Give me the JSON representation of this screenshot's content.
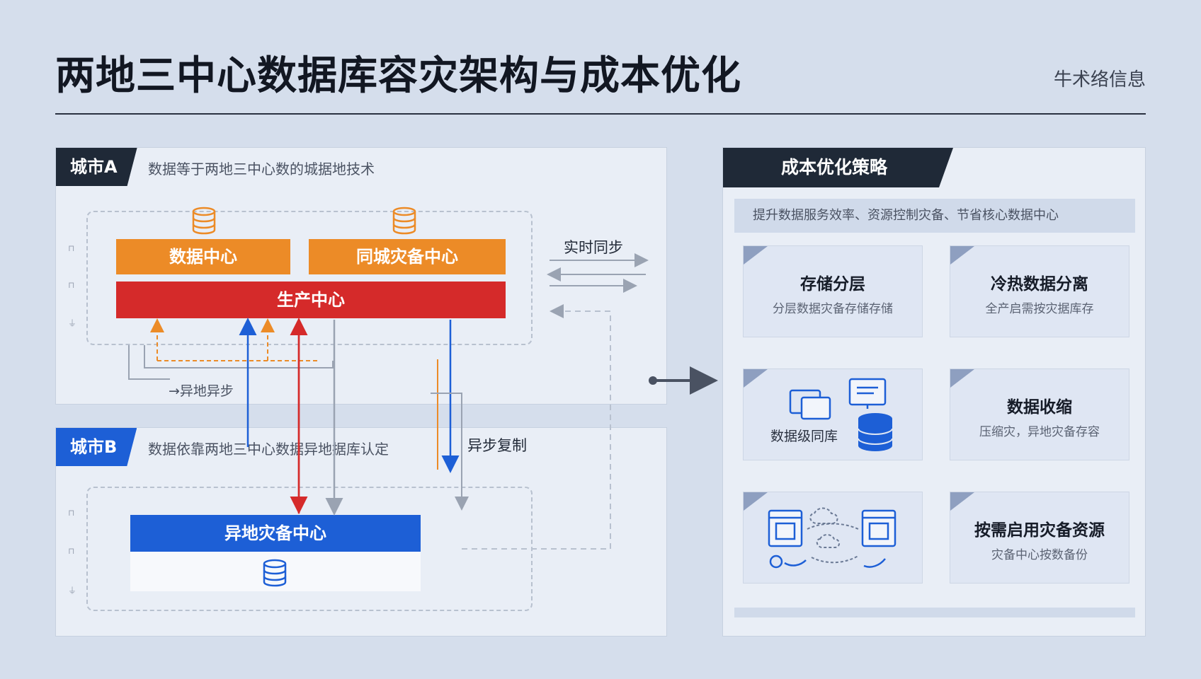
{
  "title": "两地三中心数据库容灾架构与成本优化",
  "brand": "牛术络信息",
  "city_a": {
    "tag": "城市A",
    "desc": "数据等于两地三中心数的城据地技术",
    "dc1": "数据中心",
    "dc2": "同城灾备中心",
    "prod": "生产中心"
  },
  "city_b": {
    "tag": "城市B",
    "desc": "数据依靠两地三中心数据异地据库认定",
    "remote": "异地灾备中心"
  },
  "labels": {
    "realtime_sync": "实时同步",
    "async_sync": "→异地异步",
    "async_copy": "异步复制"
  },
  "strategy": {
    "header": "成本优化策略",
    "banner": "提升数据服务效率、资源控制灾备、节省核心数据中心",
    "cards": [
      {
        "title": "存储分层",
        "sub": "分层数据灾备存储存储"
      },
      {
        "title": "冷热数据分离",
        "sub": "全产启需按灾据库存"
      },
      {
        "label": "数据级同库",
        "icon": "database-server-icon"
      },
      {
        "title": "数据收缩",
        "sub": "压缩灾，异地灾备存容"
      },
      {
        "icon": "cloud-migration-icon"
      },
      {
        "title": "按需启用灾备资源",
        "sub": "灾备中心按数备份"
      }
    ]
  },
  "colors": {
    "orange": "#ec8b27",
    "red": "#d52a2a",
    "blue": "#1d5fd6",
    "dark": "#1f2937",
    "gray_line": "#9aa3b2"
  }
}
